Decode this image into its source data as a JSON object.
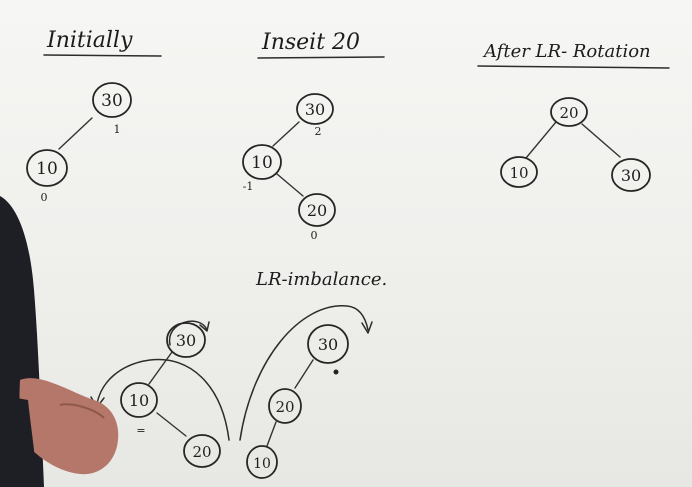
{
  "headings": {
    "initially": "Initially",
    "insert": "Inseit 20",
    "after": "After LR- Rotation",
    "imbalance": "LR-imbalance."
  },
  "tree_initial": {
    "root": "30",
    "root_bf": "1",
    "left": "10",
    "left_bf": "0"
  },
  "tree_insert": {
    "root": "30",
    "root_bf": "2",
    "left": "10",
    "left_bf": "-1",
    "leaf": "20",
    "leaf_bf": "0"
  },
  "tree_after": {
    "root": "20",
    "left": "10",
    "right": "30"
  },
  "tree_imbalance_left": {
    "root": "30",
    "mid": "10",
    "leaf": "20",
    "mark": "="
  },
  "tree_imbalance_right": {
    "root": "30",
    "mid": "20",
    "leaf": "10"
  },
  "colors": {
    "board": "#f1f1ef",
    "ink": "#262626",
    "sleeve": "#1d1f25",
    "skin": "#b5776a"
  }
}
